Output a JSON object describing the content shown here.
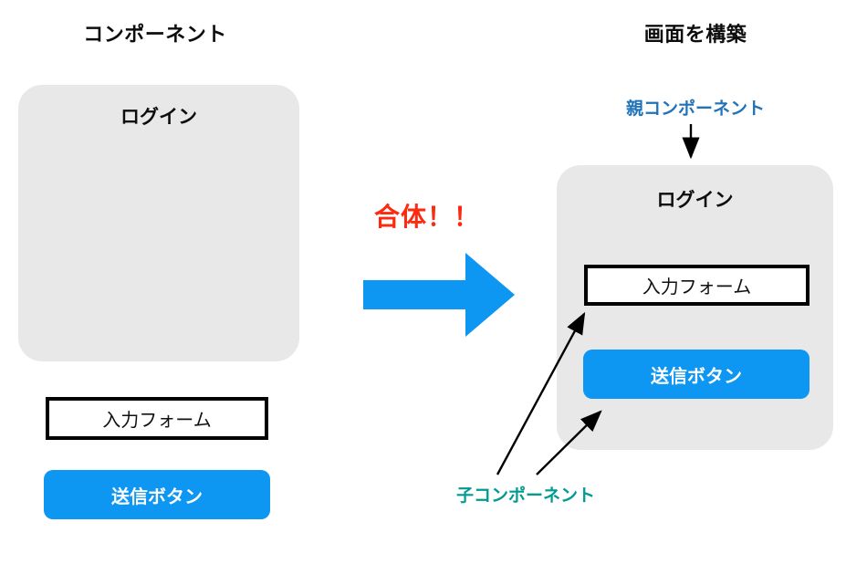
{
  "diagram": {
    "left_section": {
      "title": "コンポーネント",
      "panel": {
        "title": "ログイン",
        "bg_color": "#e8e8e8"
      },
      "form_box": {
        "label": "入力フォーム",
        "bg_color": "#ffffff",
        "border_color": "#000000"
      },
      "submit_button": {
        "label": "送信ボタン",
        "bg_color": "#0d96f2",
        "text_color": "#ffffff"
      }
    },
    "center": {
      "merge_label": "合体！！",
      "merge_label_color": "#fc2a10",
      "arrow": {
        "icon": "right-arrow-icon",
        "color": "#0d96f2",
        "direction": "right"
      }
    },
    "right_section": {
      "title": "画面を構築",
      "panel": {
        "title": "ログイン",
        "bg_color": "#e8e8e8"
      },
      "form_box": {
        "label": "入力フォーム",
        "bg_color": "#ffffff",
        "border_color": "#000000"
      },
      "submit_button": {
        "label": "送信ボタン",
        "bg_color": "#0d96f2",
        "text_color": "#ffffff"
      },
      "annotations": {
        "parent": {
          "label": "親コンポーネント",
          "color": "#2173b8",
          "arrow_icon": "down-arrow-icon",
          "arrow_color": "#000000"
        },
        "child": {
          "label": "子コンポーネント",
          "color": "#009b92",
          "arrow_icon": "diagonal-arrow-icon",
          "arrow_color": "#000000",
          "target_count": 2
        }
      }
    }
  }
}
